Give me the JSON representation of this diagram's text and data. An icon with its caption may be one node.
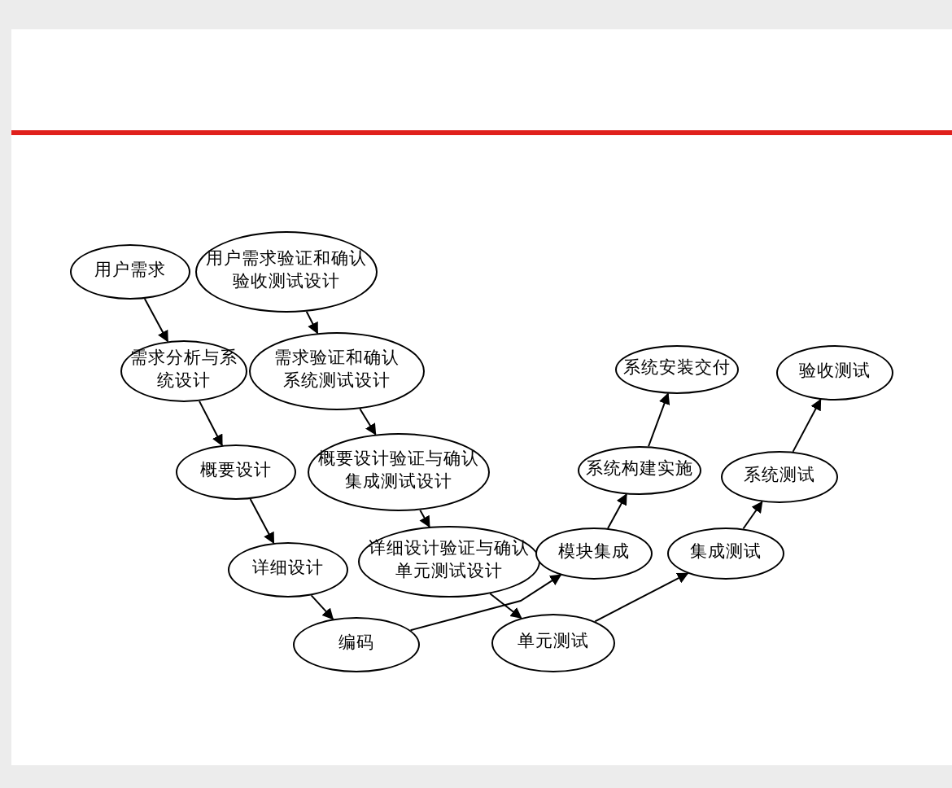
{
  "diagram": {
    "nodes": [
      {
        "text": [
          "用户需求"
        ]
      },
      {
        "text": [
          "用户需求验证和确认",
          "验收测试设计"
        ]
      },
      {
        "text": [
          "需求分析与系统设计"
        ]
      },
      {
        "text": [
          "需求验证和确认",
          "系统测试设计"
        ]
      },
      {
        "text": [
          "概要设计"
        ]
      },
      {
        "text": [
          "概要设计验证与确认",
          "集成测试设计"
        ]
      },
      {
        "text": [
          "详细设计"
        ]
      },
      {
        "text": [
          "详细设计验证与确认",
          "单元测试设计"
        ]
      },
      {
        "text": [
          "编码"
        ]
      },
      {
        "text": [
          "单元测试"
        ]
      },
      {
        "text": [
          "模块集成"
        ]
      },
      {
        "text": [
          "集成测试"
        ]
      },
      {
        "text": [
          "系统构建实施"
        ]
      },
      {
        "text": [
          "系统测试"
        ]
      },
      {
        "text": [
          "系统安装交付"
        ]
      },
      {
        "text": [
          "验收测试"
        ]
      }
    ],
    "edges": [
      {
        "from": 0,
        "to": 2,
        "arrow": "to"
      },
      {
        "from": 2,
        "to": 4,
        "arrow": "to"
      },
      {
        "from": 4,
        "to": 6,
        "arrow": "to"
      },
      {
        "from": 6,
        "to": 8,
        "arrow": "to"
      },
      {
        "from": 1,
        "to": 3,
        "arrow": "to"
      },
      {
        "from": 3,
        "to": 5,
        "arrow": "to"
      },
      {
        "from": 5,
        "to": 7,
        "arrow": "to"
      },
      {
        "from": 7,
        "to": 9,
        "arrow": "to"
      },
      {
        "from": 8,
        "to": 10,
        "arrow": "to"
      },
      {
        "from": 10,
        "to": 12,
        "arrow": "to"
      },
      {
        "from": 12,
        "to": 14,
        "arrow": "to"
      },
      {
        "from": 9,
        "to": 11,
        "arrow": "to"
      },
      {
        "from": 11,
        "to": 13,
        "arrow": "to"
      },
      {
        "from": 13,
        "to": 15,
        "arrow": "to"
      }
    ]
  }
}
